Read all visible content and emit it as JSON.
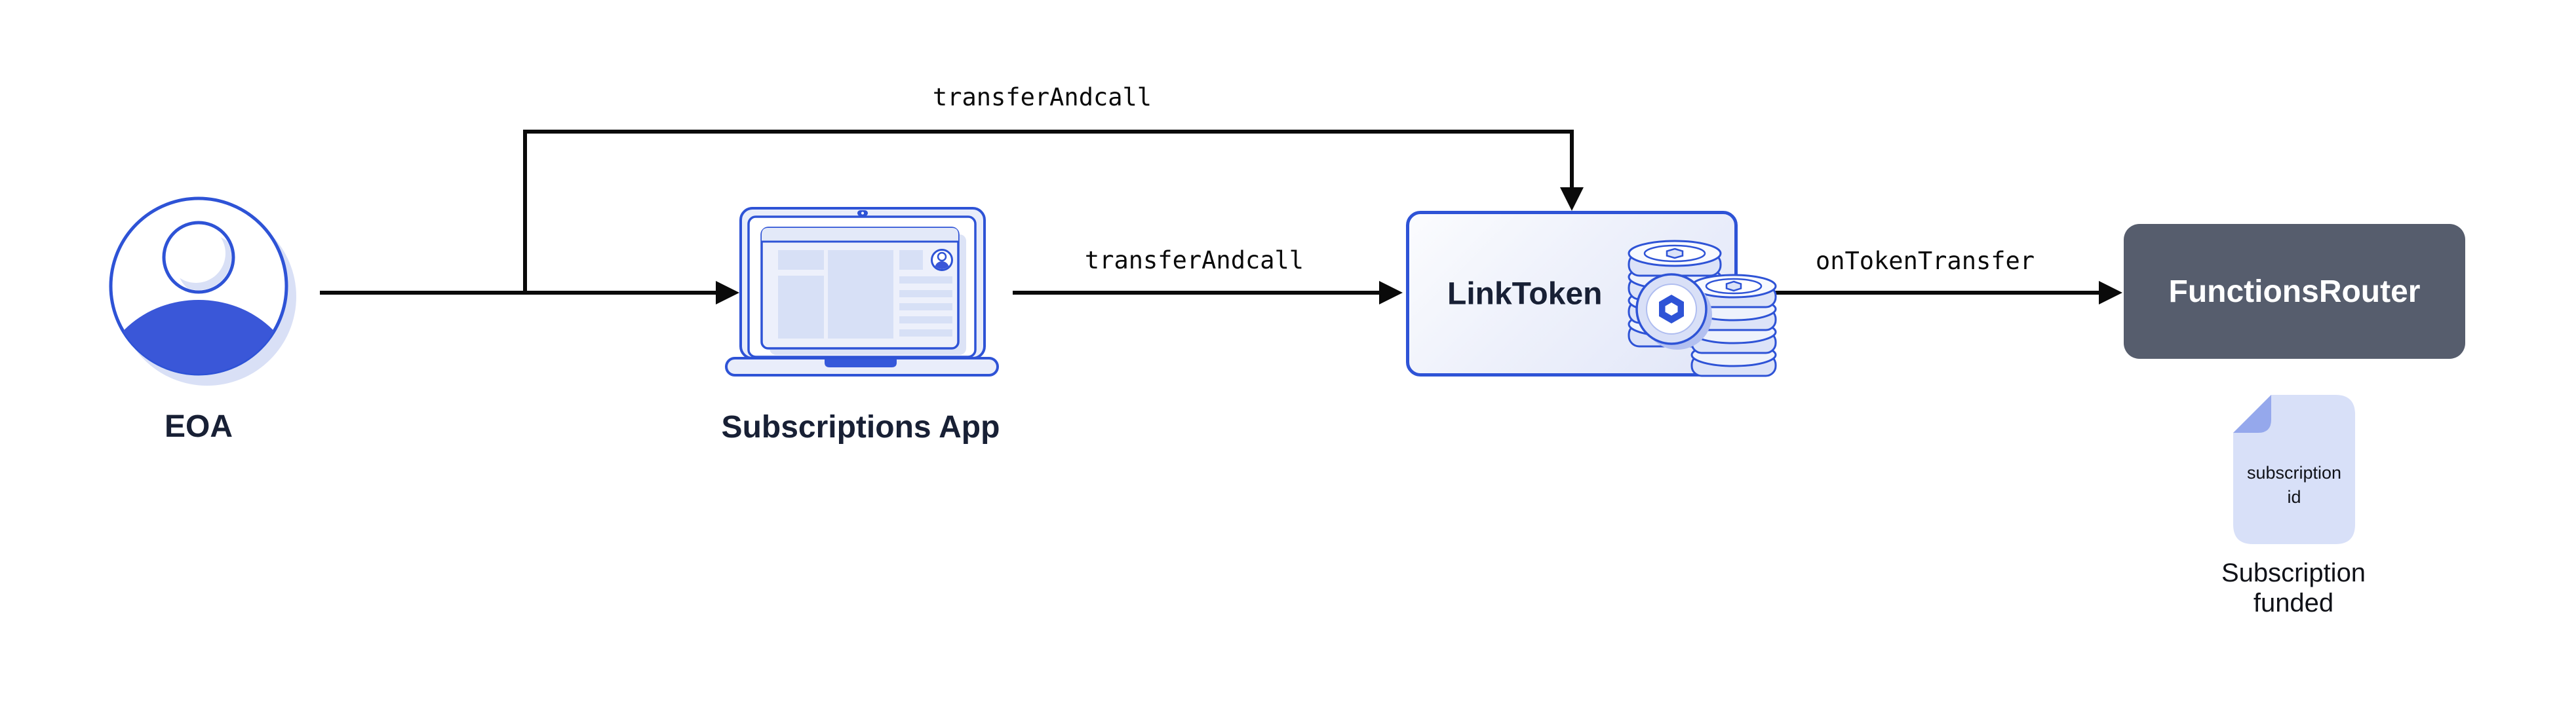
{
  "colors": {
    "accent_blue": "#2E53D6",
    "fill_blue": "#3A57D8",
    "light_lavender": "#D9E0F6",
    "navy_text": "#182035",
    "router_gray": "#565D6D",
    "arrow_black": "#0A0A0A",
    "doc_fill": "#D8E0F8",
    "doc_fold": "#95A8EC"
  },
  "nodes": {
    "eoa": {
      "label": "EOA"
    },
    "subscriptions_app": {
      "label": "Subscriptions App"
    },
    "link_token": {
      "label": "LinkToken"
    },
    "functions_router": {
      "label": "FunctionsRouter"
    },
    "subscription_doc": {
      "doc_text_line1": "subscription",
      "doc_text_line2": "id",
      "caption_line1": "Subscription",
      "caption_line2": "funded"
    }
  },
  "edges": {
    "eoa_branch_to_link_token": {
      "label": "transferAndcall"
    },
    "subscriptions_app_to_link_token": {
      "label": "transferAndcall"
    },
    "link_token_to_functions_router": {
      "label": "onTokenTransfer"
    }
  }
}
